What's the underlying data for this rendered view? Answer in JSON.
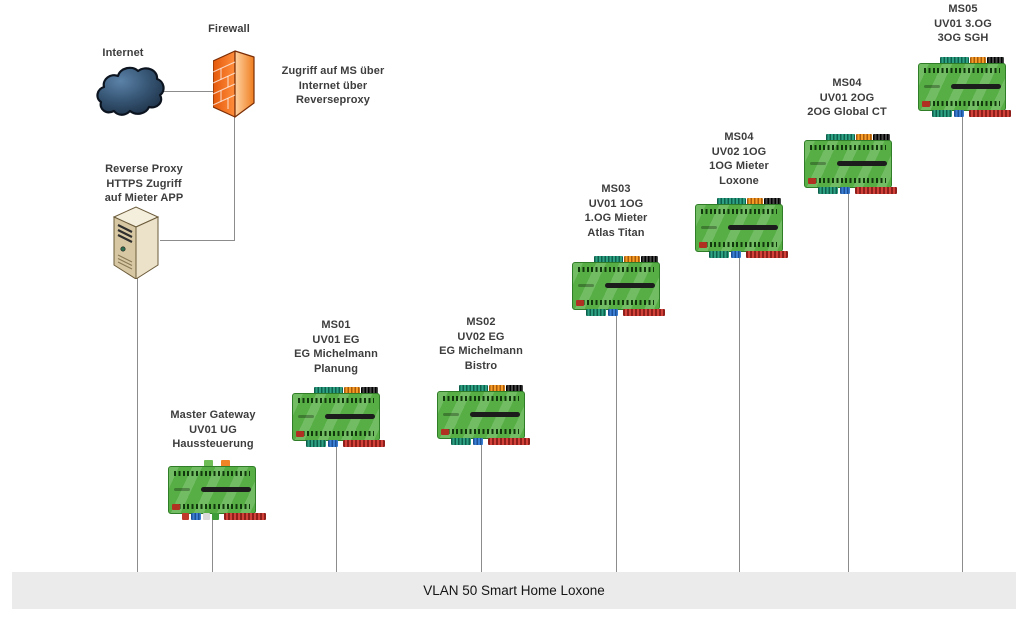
{
  "bus": {
    "label": "VLAN 50 Smart Home Loxone"
  },
  "nodes": {
    "internet": {
      "label": "Internet"
    },
    "firewall": {
      "label": "Firewall"
    },
    "reverseproxy_note": {
      "label": "Zugriff auf MS über\nInternet über\nReverseproxy"
    },
    "reverse_proxy": {
      "label": "Reverse Proxy\nHTTPS Zugriff\nauf Mieter APP"
    },
    "master_gateway": {
      "label": "Master Gateway\nUV01 UG\nHaussteuerung"
    },
    "ms01": {
      "label": "MS01\nUV01 EG\nEG Michelmann\nPlanung"
    },
    "ms02": {
      "label": "MS02\nUV02 EG\nEG Michelmann\nBistro"
    },
    "ms03": {
      "label": "MS03\nUV01 1OG\n1.OG Mieter\nAtlas Titan"
    },
    "ms04_uv02": {
      "label": "MS04\nUV02 1OG\n1OG Mieter\nLoxone"
    },
    "ms04_uv01": {
      "label": "MS04\nUV01 2OG\n2OG Global CT"
    },
    "ms05": {
      "label": "MS05\nUV01 3.OG\n3OG SGH"
    }
  },
  "palette": {
    "device_green": "#56ae45",
    "firewall_orange": "#f07d26",
    "cloud_blue": "#33516f",
    "server_beige": "#d9cba6",
    "bus_background": "#ebebeb",
    "connector_line": "#8c8c8c",
    "strip_teal": "#2ea183",
    "strip_orange": "#f59b28",
    "strip_black": "#333333",
    "terminal_red": "#c0392b",
    "connector_blue": "#3b7fd4",
    "label_text": "#3d3d3d"
  }
}
